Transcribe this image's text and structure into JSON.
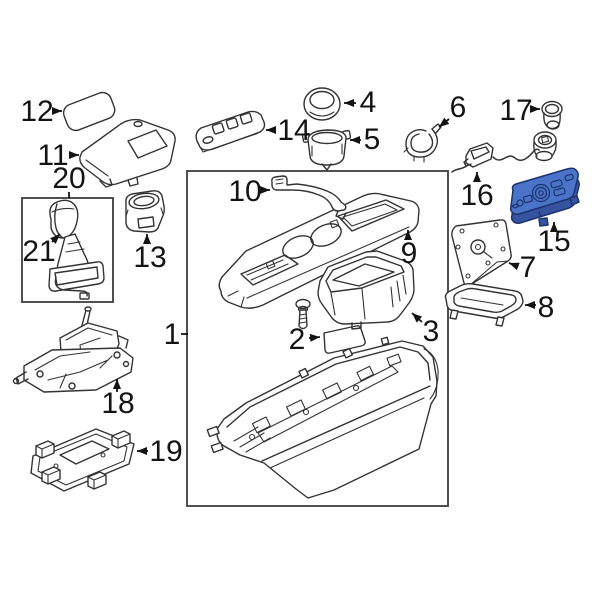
{
  "diagram": {
    "type": "exploded-parts-diagram",
    "background": "#ffffff",
    "line_color": "#333333",
    "label_color": "#141414",
    "highlight_face": "#4b74c8",
    "highlight_side": "#35539e",
    "highlight_outline": "#1b3470",
    "callouts": {
      "c1": "1",
      "c2": "2",
      "c3": "3",
      "c4": "4",
      "c5": "5",
      "c6": "6",
      "c7": "7",
      "c8": "8",
      "c9": "9",
      "c10": "10",
      "c11": "11",
      "c12": "12",
      "c13": "13",
      "c14": "14",
      "c15": "15",
      "c16": "16",
      "c17": "17",
      "c18": "18",
      "c19": "19",
      "c20": "20",
      "c21": "21"
    }
  }
}
